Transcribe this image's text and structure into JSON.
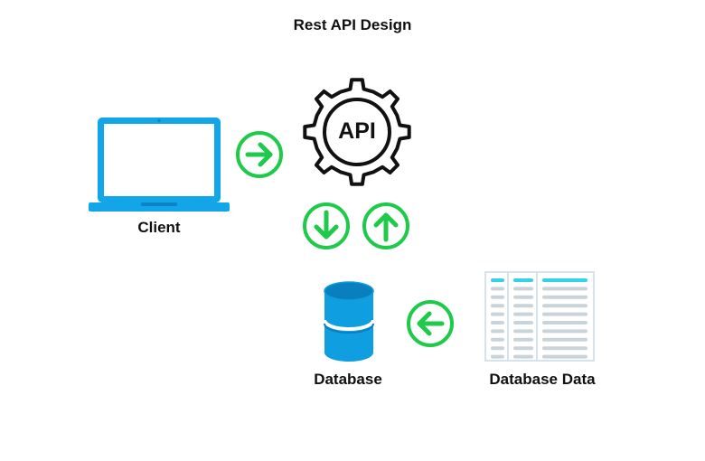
{
  "title": "Rest API Design",
  "nodes": {
    "client": {
      "label": "Client",
      "icon": "laptop-icon"
    },
    "api": {
      "label": "API",
      "icon": "gear-icon"
    },
    "database": {
      "label": "Database",
      "icon": "database-cylinder-icon"
    },
    "database_data": {
      "label": "Database Data",
      "icon": "data-table-icon"
    }
  },
  "arrows": [
    {
      "name": "arrow-right-icon",
      "direction": "right"
    },
    {
      "name": "arrow-down-icon",
      "direction": "down"
    },
    {
      "name": "arrow-up-icon",
      "direction": "up"
    },
    {
      "name": "arrow-left-icon",
      "direction": "left"
    }
  ],
  "colors": {
    "arrow_green": "#1fca4a",
    "laptop_blue": "#12a6e8",
    "laptop_dark": "#0b83c4",
    "db_blue": "#0f9ee0",
    "db_top": "#0a7fbf",
    "table_cyan": "#31d3e6",
    "table_gray": "#c9d4da",
    "text": "#111111"
  }
}
